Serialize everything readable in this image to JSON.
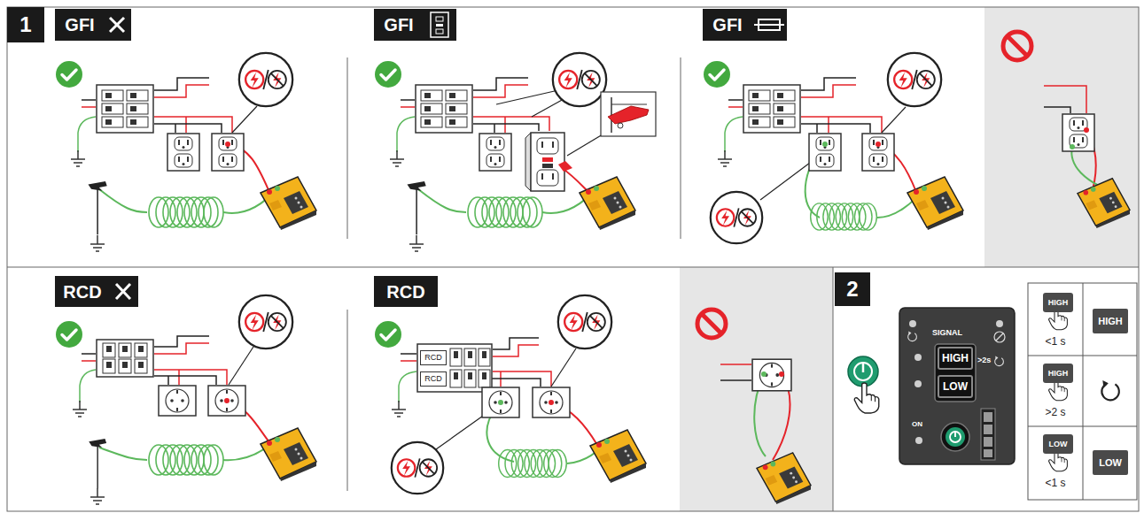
{
  "diagram": {
    "nodes": [
      {
        "text": [
          "1"
        ]
      },
      {
        "text": [
          "GFI"
        ]
      },
      {
        "text": [
          "GFI"
        ]
      },
      {
        "text": [
          "GFI"
        ]
      },
      {
        "text": [
          "RCD"
        ]
      },
      {
        "text": [
          "RCD"
        ]
      },
      {
        "text": [
          "RCD"
        ]
      },
      {
        "text": [
          "RCD"
        ]
      },
      {
        "text": [
          "2"
        ]
      },
      {
        "text": [
          "SIGNAL",
          ">2s",
          "ON"
        ]
      },
      {
        "text": [
          "HIGH"
        ],
        "in": 9
      },
      {
        "text": [
          "LOW"
        ],
        "in": 9
      },
      {
        "text": [
          "HIGH"
        ]
      },
      {
        "text": [
          "HIGH"
        ]
      },
      {
        "text": [
          "HIGH"
        ]
      },
      {
        "text": [
          "LOW"
        ]
      },
      {
        "text": [
          "LOW"
        ]
      }
    ],
    "labels": [
      "<1 s",
      ">2 s",
      "<1 s"
    ]
  }
}
